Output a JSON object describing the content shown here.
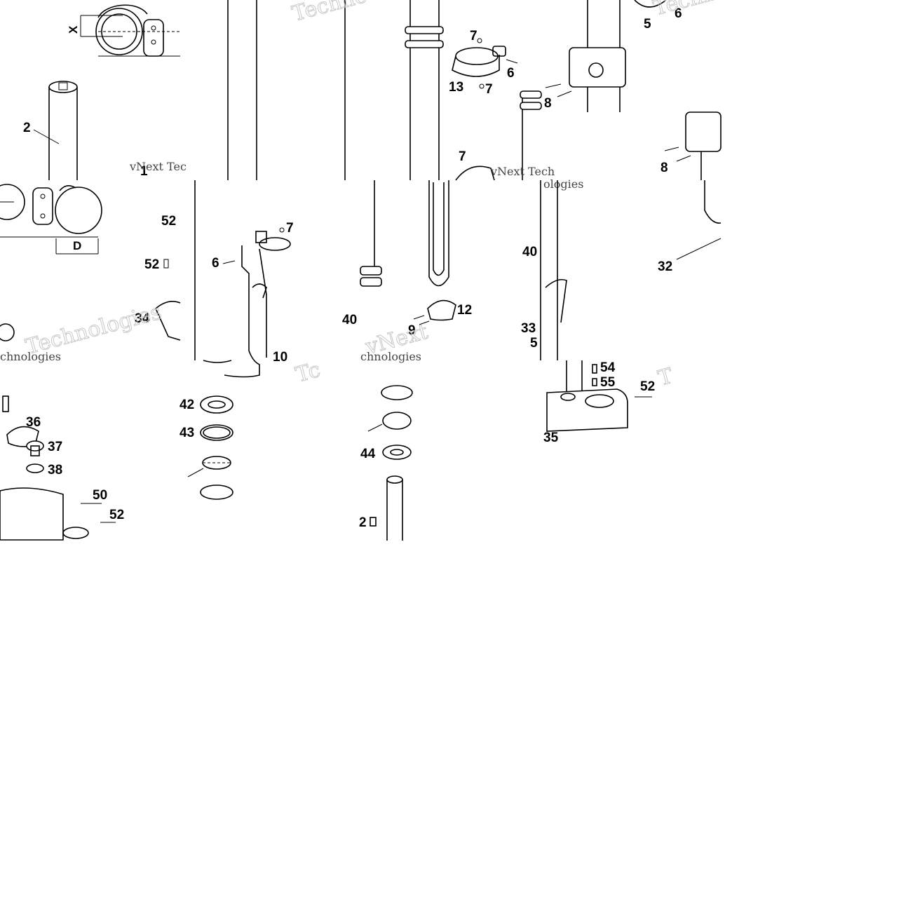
{
  "watermark": {
    "brand_a": "Techno",
    "brand_b": "vNext Tec",
    "brand_c": "ologies",
    "brand_d": "vNext Tech",
    "brand_e": "ologies",
    "brand_f": "Technologies",
    "brand_g": "chnologies",
    "brand_h": "Technolo",
    "brand_i": "ologies",
    "brand_j": "T",
    "brand_k": "Tec",
    "brand_l": "Tc",
    "brand_m": "xt",
    "brand_n": "vNext",
    "brand_o": "chnologies",
    "brand_p": "ext"
  },
  "dimensions": {
    "x": "X",
    "d": "D"
  },
  "callouts": {
    "c2_top": "2",
    "c1": "1",
    "c52_a": "52",
    "c52_b": "52",
    "c34": "34",
    "c7_a": "7",
    "c13": "13",
    "c7_b": "7",
    "c6_a": "6",
    "c7_c": "7",
    "c5": "5",
    "c6_b": "6",
    "c8_a": "8",
    "c8_b": "8",
    "c7_d": "7",
    "c6_c": "6",
    "c10": "10",
    "c40_a": "40",
    "c9": "9",
    "c12": "12",
    "c40_b": "40",
    "c33": "33",
    "c5x": "5",
    "c32": "32",
    "c36": "36",
    "c37": "37",
    "c38": "38",
    "c50": "50",
    "c52_c": "52",
    "c42": "42",
    "c43": "43",
    "c44": "44",
    "c2_b": "2",
    "c54": "54",
    "c55": "55",
    "c52_d": "52",
    "c35": "35"
  }
}
